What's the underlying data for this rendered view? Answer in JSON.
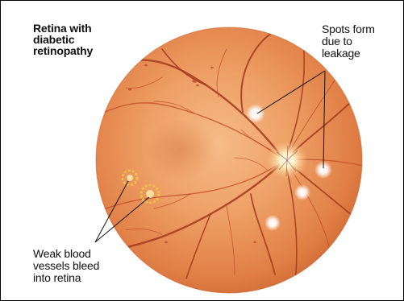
{
  "title": "Retina with\ndiabetic\nretinopathy",
  "labels": {
    "spots": "Spots form\ndue to\nleakage",
    "weak_vessels": "Weak blood\nvessels bleed\ninto retina"
  },
  "colors": {
    "retina_outer": "#d9703a",
    "retina_mid": "#eb9457",
    "retina_center": "#f6bc88",
    "vessel": "#a23a1c",
    "optic_disc": "#fff2c8",
    "bleed_ring": "#f0c24a",
    "leader_line": "#111111"
  }
}
